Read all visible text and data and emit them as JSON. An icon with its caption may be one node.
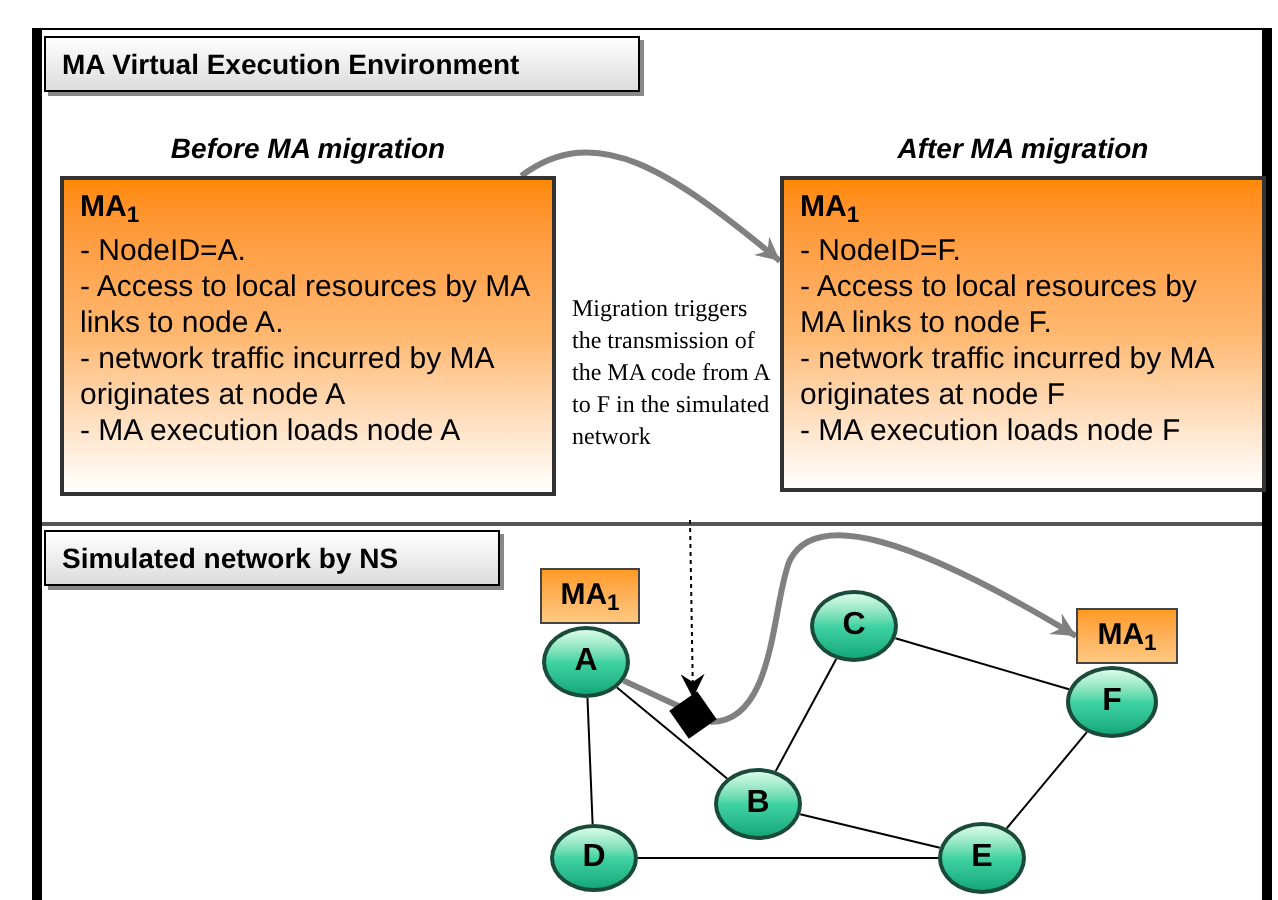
{
  "diagram": {
    "nodes": [
      {
        "text": [
          "MA Virtual Execution Environment"
        ]
      },
      {
        "text": [
          "Before MA migration",
          "MA$_{1}$",
          "- NodeID=A.",
          "- Access to local resources by MA links to node A.",
          "- network traffic incurred by MA originates at node A",
          "- MA execution loads node A"
        ]
      },
      {
        "text": [
          "After MA migration",
          "MA$_{1}$",
          "- NodeID=F.",
          "- Access to local resources by MA links to node F.",
          "- network traffic incurred by MA originates at node F",
          "- MA execution loads node F"
        ]
      },
      {
        "text": [
          "Migration triggers the transmission of the MA code from A to F in the simulated network"
        ]
      },
      {
        "text": [
          "Simulated network by NS"
        ]
      },
      {
        "text": [
          "MA$_{1}$"
        ]
      },
      {
        "text": [
          "A"
        ]
      },
      {
        "text": [
          "C"
        ]
      },
      {
        "text": [
          "MA$_{1}$"
        ]
      },
      {
        "text": [
          "F"
        ]
      },
      {
        "text": [
          "B"
        ]
      },
      {
        "text": [
          "D"
        ]
      },
      {
        "text": [
          "E"
        ]
      },
      {
        "text": [],
        "shape": "box"
      }
    ],
    "edges": [
      {
        "from": 1,
        "to": 2,
        "arrow": "to",
        "style": "thick",
        "color": "#808080"
      },
      {
        "from": 3,
        "to": 13,
        "arrow": "to",
        "style": "dashed"
      },
      {
        "from": 6,
        "to": 13,
        "arrow": "none",
        "style": "thick",
        "color": "#808080"
      },
      {
        "from": 13,
        "to": 8,
        "arrow": "to",
        "style": "thick",
        "color": "#808080"
      },
      {
        "from": 6,
        "to": 10,
        "arrow": "none"
      },
      {
        "from": 6,
        "to": 11,
        "arrow": "none"
      },
      {
        "from": 7,
        "to": 10,
        "arrow": "none"
      },
      {
        "from": 7,
        "to": 9,
        "arrow": "none"
      },
      {
        "from": 10,
        "to": 12,
        "arrow": "none"
      },
      {
        "from": 11,
        "to": 12,
        "arrow": "none"
      },
      {
        "from": 12,
        "to": 9,
        "arrow": "none"
      }
    ]
  }
}
